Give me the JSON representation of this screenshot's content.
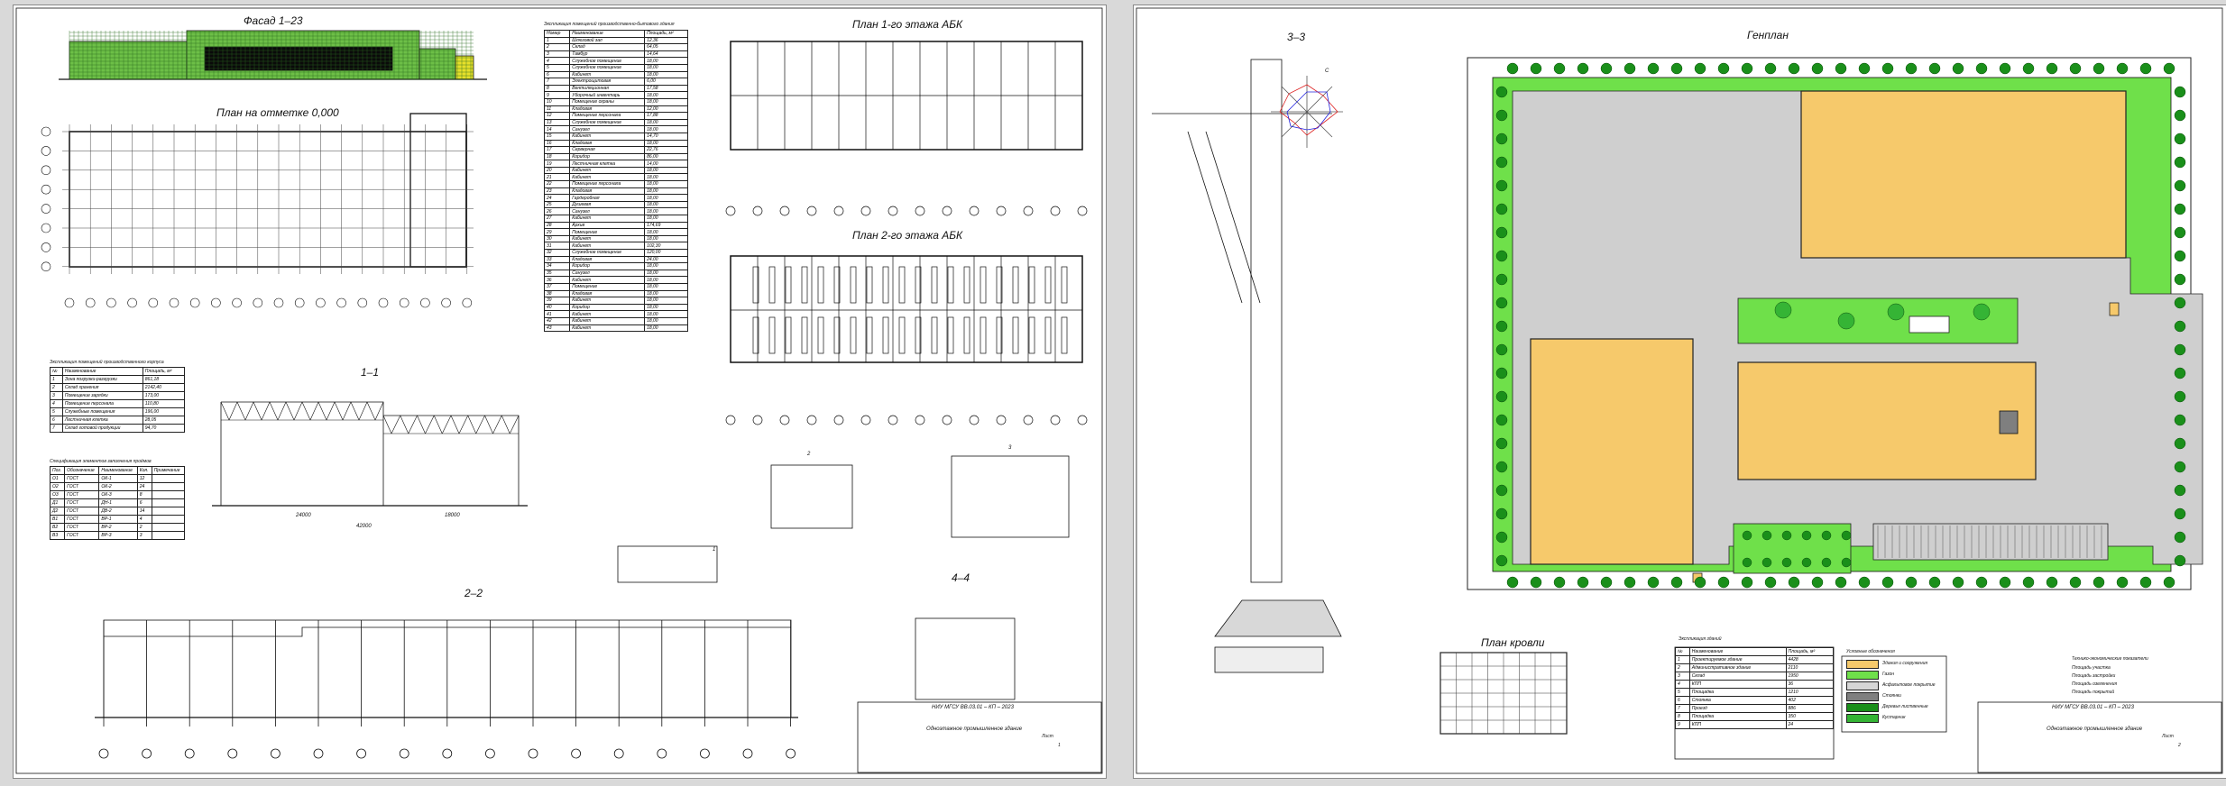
{
  "sheet1": {
    "facade_title": "Фасад 1–23",
    "plan_title": "План на отметке 0,000",
    "abk1_title": "План 1-го этажа АБК",
    "abk2_title": "План 2-го этажа АБК",
    "sec11_title": "1–1",
    "sec22_title": "2–2",
    "sec44_title": "4–4",
    "node1": "1",
    "node2": "2",
    "node3": "3",
    "rooms_table_title": "Экспликация помещений производственно-бытового здания",
    "rooms_header": [
      "Номер",
      "Наименование",
      "Площадь, м²"
    ],
    "rooms": [
      [
        "1",
        "Шлюзовой зал",
        "12,36"
      ],
      [
        "2",
        "Склад",
        "64,05"
      ],
      [
        "3",
        "Тамбур",
        "14,64"
      ],
      [
        "4",
        "Служебное помещение",
        "18,00"
      ],
      [
        "5",
        "Служебное помещение",
        "18,00"
      ],
      [
        "6",
        "Кабинет",
        "18,00"
      ],
      [
        "7",
        "Электрощитовая",
        "6,00"
      ],
      [
        "8",
        "Вентиляционная",
        "17,58"
      ],
      [
        "9",
        "Уборочный инвентарь",
        "18,00"
      ],
      [
        "10",
        "Помещение охраны",
        "18,00"
      ],
      [
        "11",
        "Кладовая",
        "12,00"
      ],
      [
        "12",
        "Помещение персонала",
        "17,88"
      ],
      [
        "13",
        "Служебное помещение",
        "18,00"
      ],
      [
        "14",
        "Санузел",
        "18,00"
      ],
      [
        "15",
        "Кабинет",
        "14,70"
      ],
      [
        "16",
        "Кладовая",
        "18,00"
      ],
      [
        "17",
        "Серверная",
        "22,76"
      ],
      [
        "18",
        "Коридор",
        "86,00"
      ],
      [
        "19",
        "Лестничная клетка",
        "14,00"
      ],
      [
        "20",
        "Кабинет",
        "18,00"
      ],
      [
        "21",
        "Кабинет",
        "18,00"
      ],
      [
        "22",
        "Помещение персонала",
        "18,00"
      ],
      [
        "23",
        "Кладовая",
        "18,00"
      ],
      [
        "24",
        "Гардеробная",
        "18,00"
      ],
      [
        "25",
        "Душевая",
        "18,00"
      ],
      [
        "26",
        "Санузел",
        "18,00"
      ],
      [
        "27",
        "Кабинет",
        "18,00"
      ],
      [
        "28",
        "Архив",
        "174,69"
      ],
      [
        "29",
        "Помещение",
        "18,00"
      ],
      [
        "30",
        "Кабинет",
        "18,00"
      ],
      [
        "31",
        "Кабинет",
        "102,30"
      ],
      [
        "32",
        "Служебное помещение",
        "120,00"
      ],
      [
        "33",
        "Кладовая",
        "24,00"
      ],
      [
        "34",
        "Коридор",
        "18,00"
      ],
      [
        "35",
        "Санузел",
        "18,00"
      ],
      [
        "36",
        "Кабинет",
        "18,00"
      ],
      [
        "37",
        "Помещение",
        "18,00"
      ],
      [
        "38",
        "Кладовая",
        "18,00"
      ],
      [
        "39",
        "Кабинет",
        "18,00"
      ],
      [
        "40",
        "Коридор",
        "18,00"
      ],
      [
        "41",
        "Кабинет",
        "18,00"
      ],
      [
        "42",
        "Кабинет",
        "18,00"
      ],
      [
        "43",
        "Кабинет",
        "18,00"
      ]
    ],
    "ext_table_title": "Экспликация помещений производственного корпуса",
    "ext_header": [
      "№",
      "Наименование",
      "Площадь, м²"
    ],
    "ext_rows": [
      [
        "1",
        "Зона погрузки-разгрузки",
        "861,18"
      ],
      [
        "2",
        "Склад хранения",
        "2142,40"
      ],
      [
        "3",
        "Помещение зарядки",
        "173,00"
      ],
      [
        "4",
        "Помещение персонала",
        "110,80"
      ],
      [
        "5",
        "Служебные помещения",
        "196,00"
      ],
      [
        "6",
        "Лестничная клетка",
        "28,05"
      ],
      [
        "7",
        "Склад готовой продукции",
        "94,70"
      ]
    ],
    "spec_table_title": "Спецификация элементов заполнения проёмов",
    "spec_header": [
      "Поз.",
      "Обозначение",
      "Наименование",
      "Кол.",
      "Примечание"
    ],
    "spec_rows": [
      [
        "О1",
        "ГОСТ",
        "ОК-1",
        "12",
        ""
      ],
      [
        "О2",
        "ГОСТ",
        "ОК-2",
        "24",
        ""
      ],
      [
        "О3",
        "ГОСТ",
        "ОК-3",
        "8",
        ""
      ],
      [
        "Д1",
        "ГОСТ",
        "ДН-1",
        "6",
        ""
      ],
      [
        "Д2",
        "ГОСТ",
        "ДВ-2",
        "14",
        ""
      ],
      [
        "В1",
        "ГОСТ",
        "ВР-1",
        "4",
        ""
      ],
      [
        "В2",
        "ГОСТ",
        "ВР-2",
        "2",
        ""
      ],
      [
        "В3",
        "ГОСТ",
        "ВР-3",
        "3",
        ""
      ]
    ],
    "dim_24000": "24000",
    "dim_18000": "18000",
    "dim_42000": "42000",
    "stamp_code": "НИУ МГСУ ВВ.03.01 – КП – 2023",
    "stamp_desc": "Одноэтажное промышленное здание",
    "stamp_sheet_label": "Лист",
    "stamp_sheet": "1"
  },
  "sheet2": {
    "sec33_title": "3–3",
    "genplan_title": "Генплан",
    "roof_title": "План кровли",
    "north": "С",
    "legend_title": "Условные обозначения",
    "legend": [
      {
        "color": "#f6c96b",
        "label": "Здания и сооружения"
      },
      {
        "color": "#6fe04a",
        "label": "Газон"
      },
      {
        "color": "#d6d6d6",
        "label": "Асфальтовое покрытие"
      },
      {
        "color": "#7f7f7f",
        "label": "Стоянки"
      },
      {
        "color": "#1a8f1a",
        "label": "Деревья лиственные"
      },
      {
        "color": "#35b435",
        "label": "Кустарник"
      }
    ],
    "expl_title": "Экспликация зданий",
    "expl_header": [
      "№",
      "Наименование",
      "Площадь, м²"
    ],
    "expl_rows": [
      [
        "1",
        "Проектируемое здание",
        "4428"
      ],
      [
        "2",
        "Административное здание",
        "2110"
      ],
      [
        "3",
        "Склад",
        "1950"
      ],
      [
        "4",
        "КПП",
        "36"
      ],
      [
        "5",
        "Площадка",
        "1210"
      ],
      [
        "6",
        "Стоянка",
        "402"
      ],
      [
        "7",
        "Проезд",
        "886"
      ],
      [
        "8",
        "Площадка",
        "350"
      ],
      [
        "9",
        "КПП",
        "24"
      ]
    ],
    "tep_title": "Технико-экономические показатели",
    "tep": [
      "Площадь участка",
      "Площадь застройки",
      "Площадь озеленения",
      "Площадь покрытий"
    ],
    "stamp_code": "НИУ МГСУ ВВ.03.01 – КП – 2023",
    "stamp_desc": "Одноэтажное промышленное здание",
    "stamp_sheet_label": "Лист",
    "stamp_sheet": "2"
  }
}
